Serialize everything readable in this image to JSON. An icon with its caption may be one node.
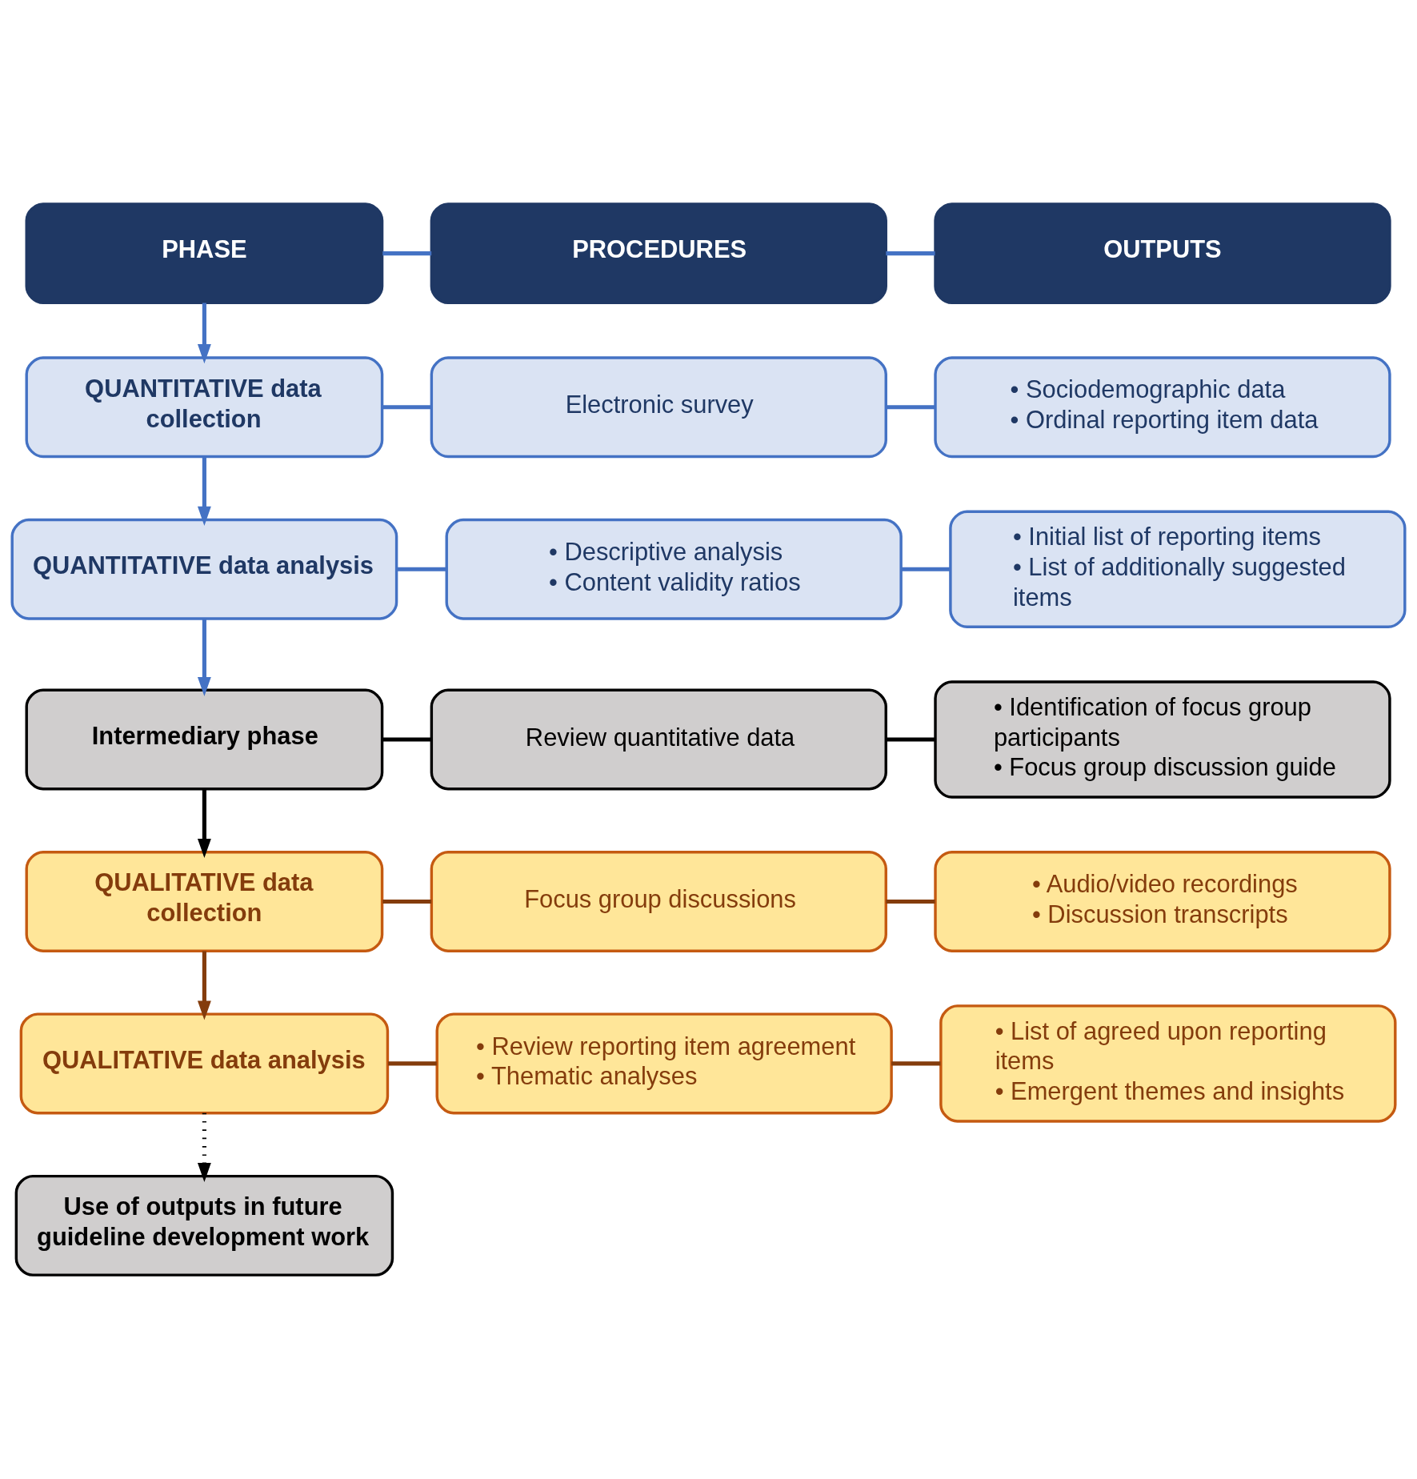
{
  "diagram": {
    "nodes": [
      {
        "text": [
          "PHASE"
        ]
      },
      {
        "text": [
          "PROCEDURES"
        ]
      },
      {
        "text": [
          "OUTPUTS"
        ]
      },
      {
        "text": [
          "QUANTITATIVE data collection"
        ]
      },
      {
        "text": [
          "Electronic survey"
        ]
      },
      {
        "text": [
          "• Sociodemographic data",
          "• Ordinal reporting item data"
        ]
      },
      {
        "text": [
          "QUANTITATIVE data analysis"
        ]
      },
      {
        "text": [
          "• Descriptive analysis",
          "• Content validity ratios"
        ]
      },
      {
        "text": [
          "• Initial list of reporting items",
          "• List of additionally suggested items"
        ]
      },
      {
        "text": [
          "Intermediary phase"
        ]
      },
      {
        "text": [
          "Review quantitative data"
        ]
      },
      {
        "text": [
          "• Identification of focus group participants",
          "• Focus group discussion guide"
        ]
      },
      {
        "text": [
          "QUALITATIVE data collection"
        ]
      },
      {
        "text": [
          "Focus group discussions"
        ]
      },
      {
        "text": [
          "• Audio/video recordings",
          "• Discussion transcripts"
        ]
      },
      {
        "text": [
          "QUALITATIVE data analysis"
        ]
      },
      {
        "text": [
          "• Review reporting item agreement",
          "• Thematic analyses"
        ]
      },
      {
        "text": [
          "• List of agreed upon reporting items",
          "• Emergent themes and insights"
        ]
      },
      {
        "text": [
          "Use of outputs in future guideline development work"
        ]
      }
    ],
    "edges": [
      {
        "from": 0,
        "to": 1,
        "arrow": "none"
      },
      {
        "from": 1,
        "to": 2,
        "arrow": "none"
      },
      {
        "from": 0,
        "to": 3,
        "arrow": "to"
      },
      {
        "from": 3,
        "to": 4,
        "arrow": "none"
      },
      {
        "from": 4,
        "to": 5,
        "arrow": "none"
      },
      {
        "from": 3,
        "to": 6,
        "arrow": "to"
      },
      {
        "from": 6,
        "to": 7,
        "arrow": "none"
      },
      {
        "from": 7,
        "to": 8,
        "arrow": "none"
      },
      {
        "from": 6,
        "to": 9,
        "arrow": "to"
      },
      {
        "from": 9,
        "to": 10,
        "arrow": "none",
        "color": "#000000"
      },
      {
        "from": 10,
        "to": 11,
        "arrow": "none",
        "color": "#000000"
      },
      {
        "from": 9,
        "to": 12,
        "arrow": "to",
        "color": "#000000"
      },
      {
        "from": 12,
        "to": 13,
        "arrow": "none",
        "color": "#843c0c"
      },
      {
        "from": 13,
        "to": 14,
        "arrow": "none",
        "color": "#843c0c"
      },
      {
        "from": 12,
        "to": 15,
        "arrow": "to",
        "color": "#843c0c"
      },
      {
        "from": 15,
        "to": 16,
        "arrow": "none",
        "color": "#843c0c"
      },
      {
        "from": 16,
        "to": 17,
        "arrow": "none",
        "color": "#843c0c"
      },
      {
        "from": 15,
        "to": 18,
        "arrow": "to",
        "style": "dashed",
        "color": "#000000"
      }
    ]
  }
}
